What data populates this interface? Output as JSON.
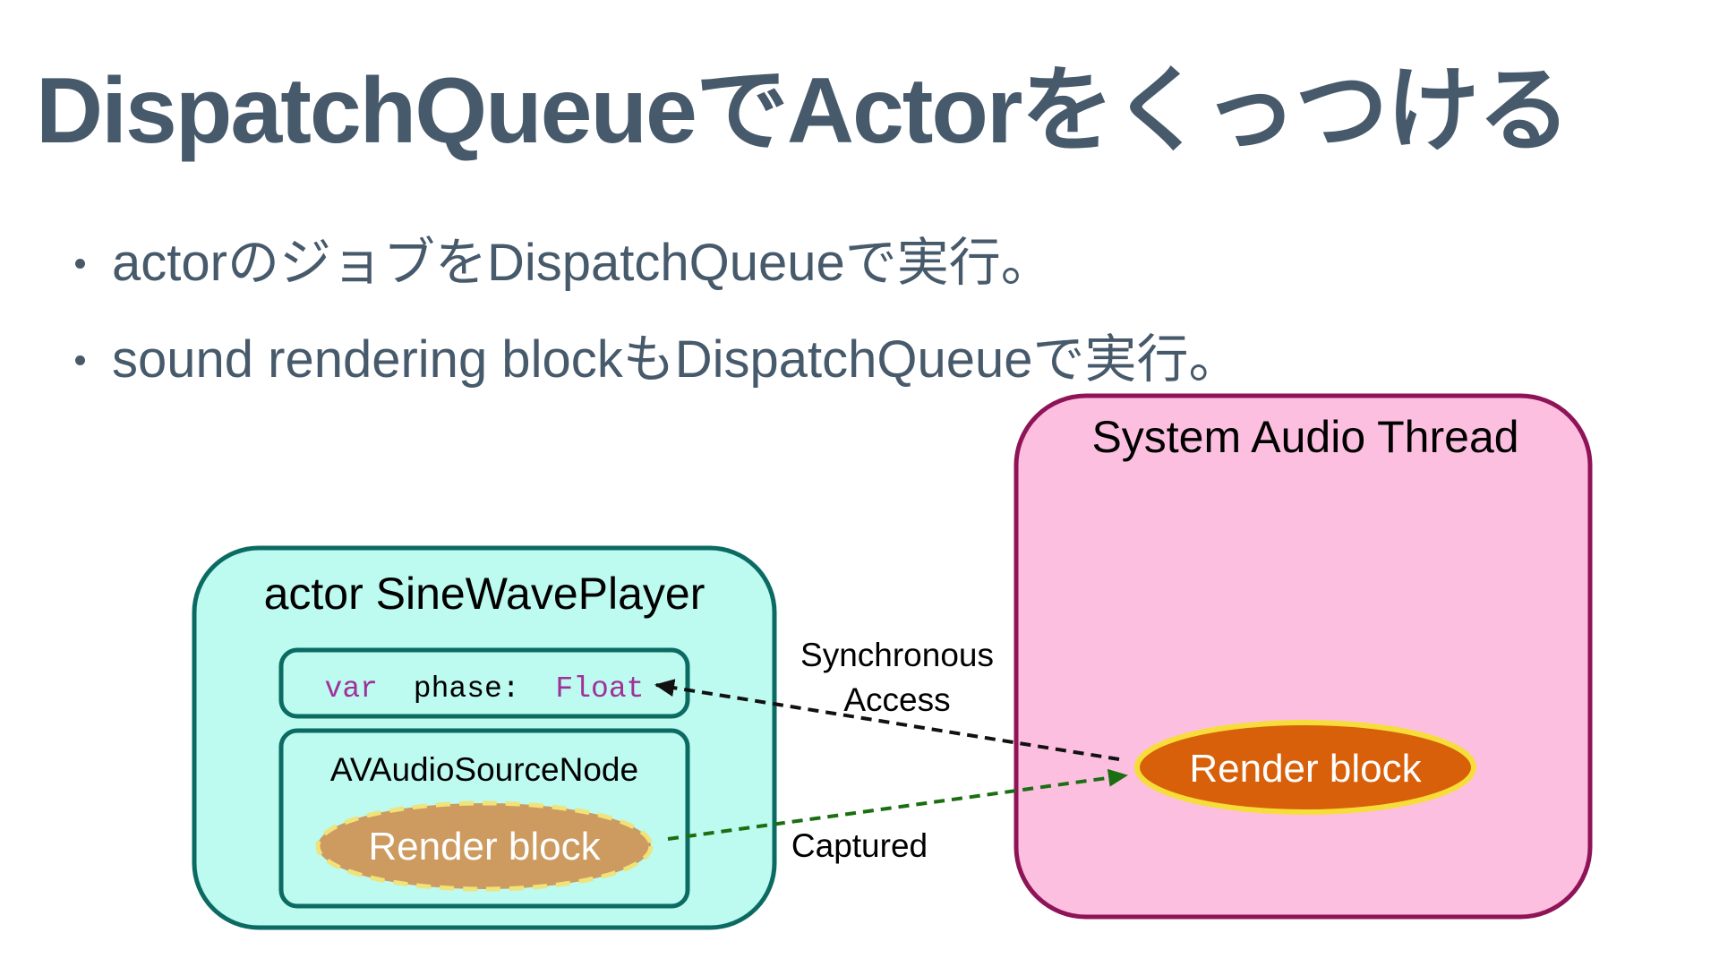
{
  "slide": {
    "title": "DispatchQueueでActorをくっつける",
    "bullets": [
      "actorのジョブをDispatchQueueで実行。",
      "sound rendering blockもDispatchQueueで実行。"
    ]
  },
  "diagram": {
    "actor_box": {
      "label": "actor SineWavePlayer",
      "fill": "#bdfaf0",
      "stroke": "#0b6b63",
      "property": {
        "keyword": "var",
        "name": "phase:",
        "type": "Float",
        "keyword_color": "#a0309a",
        "type_color": "#a0309a"
      },
      "source_node": {
        "label": "AVAudioSourceNode",
        "render_block": {
          "label": "Render block",
          "fill": "#cd9a5f",
          "stroke": "#f0e37a",
          "style": "dashed"
        }
      }
    },
    "system_box": {
      "label": "System Audio Thread",
      "fill": "#fdbfe0",
      "stroke": "#8e1457",
      "render_block": {
        "label": "Render block",
        "fill": "#d8600a",
        "stroke": "#f7dd3a"
      }
    },
    "edges": [
      {
        "label_lines": [
          "Synchronous",
          "Access"
        ],
        "from": "system_box.render_block",
        "to": "actor_box.property",
        "color": "#111111",
        "style": "dashed"
      },
      {
        "label_lines": [
          "Captured"
        ],
        "from": "actor_box.source_node.render_block",
        "to": "system_box.render_block",
        "color": "#1b6e12",
        "style": "dashed"
      }
    ]
  }
}
